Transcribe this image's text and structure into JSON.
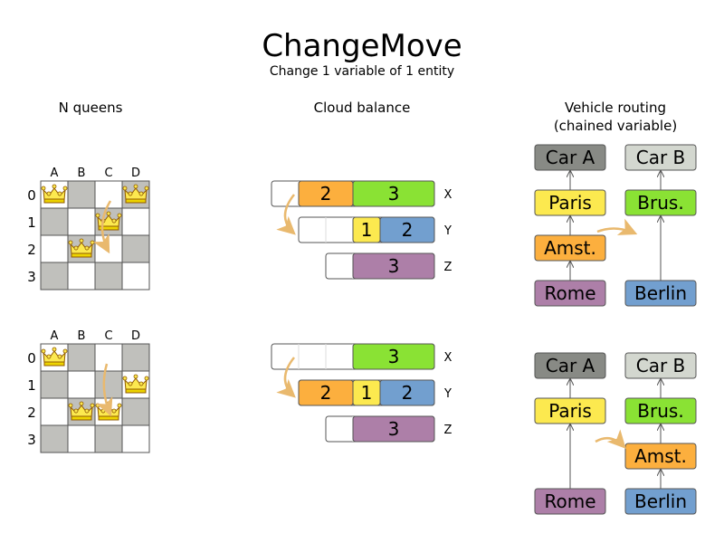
{
  "title": "ChangeMove",
  "subtitle": "Change 1 variable of 1 entity",
  "colors": {
    "grey": "#c0c0bc",
    "orange": "#fcaf3e",
    "green": "#8ae234",
    "yellow": "#fce94f",
    "blue": "#729fcf",
    "purple": "#ad7fa8",
    "car_a": "#888a85",
    "car_b": "#d3d7cf",
    "arrow": "#e9b96e"
  },
  "queens": {
    "heading": "N queens",
    "columns": [
      "A",
      "B",
      "C",
      "D"
    ],
    "rows": [
      "0",
      "1",
      "2",
      "3"
    ],
    "before": [
      0,
      2,
      1,
      0
    ],
    "after": [
      0,
      2,
      2,
      1
    ]
  },
  "cloud": {
    "heading": "Cloud balance",
    "computers": [
      "X",
      "Y",
      "Z"
    ],
    "before": {
      "X": [
        {
          "v": "2",
          "color": "orange"
        },
        {
          "v": "3",
          "color": "green"
        }
      ],
      "Y": [
        {
          "v": "1",
          "color": "yellow"
        },
        {
          "v": "2",
          "color": "blue"
        }
      ],
      "Z": [
        {
          "v": "3",
          "color": "purple"
        }
      ]
    },
    "after": {
      "X": [
        {
          "v": "3",
          "color": "green"
        }
      ],
      "Y": [
        {
          "v": "2",
          "color": "orange"
        },
        {
          "v": "1",
          "color": "yellow"
        },
        {
          "v": "2",
          "color": "blue"
        }
      ],
      "Z": [
        {
          "v": "3",
          "color": "purple"
        }
      ]
    }
  },
  "vehicle": {
    "heading_line1": "Vehicle routing",
    "heading_line2": "(chained variable)",
    "nodes": {
      "car_a": "Car A",
      "car_b": "Car B",
      "paris": "Paris",
      "brussels": "Brus.",
      "amsterdam": "Amst.",
      "rome": "Rome",
      "berlin": "Berlin"
    }
  }
}
